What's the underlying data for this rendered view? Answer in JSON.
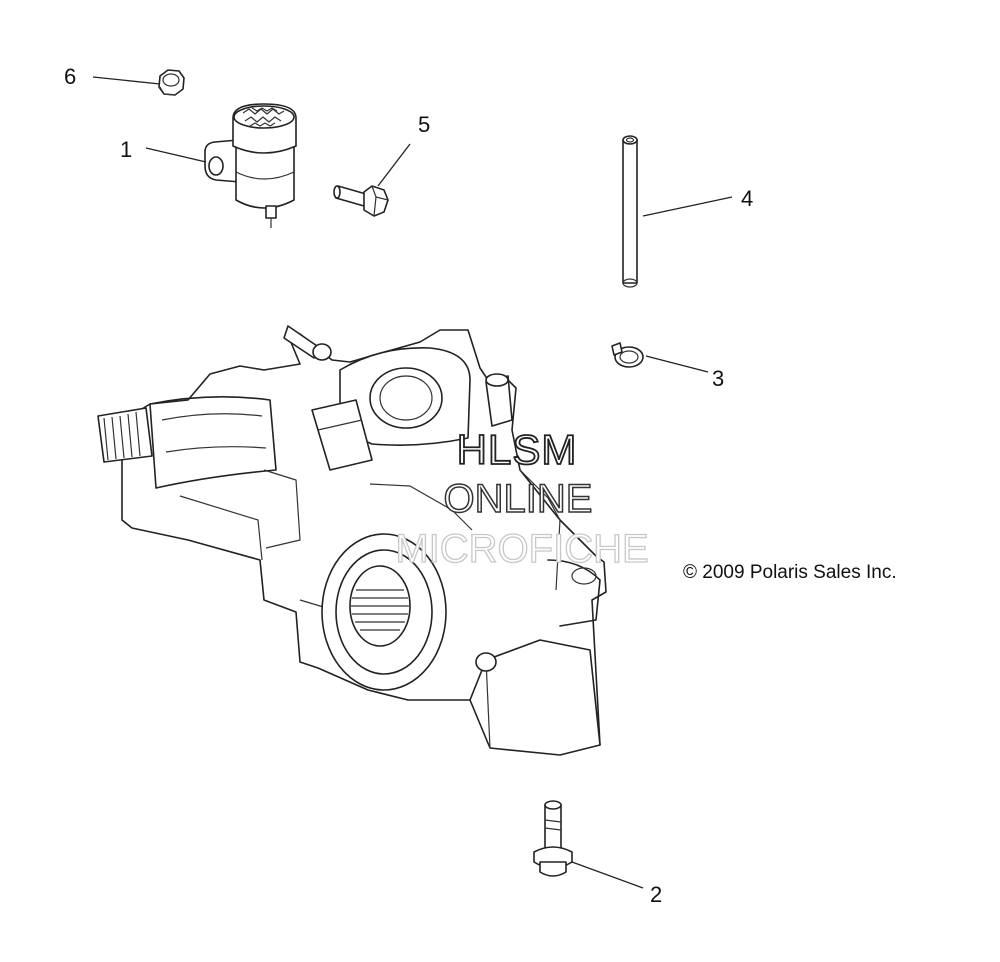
{
  "callouts": {
    "c1": "1",
    "c2": "2",
    "c3": "3",
    "c4": "4",
    "c5": "5",
    "c6": "6"
  },
  "copyright": "© 2009 Polaris Sales Inc.",
  "watermark": {
    "line1": "HLSM",
    "line2": "ONLINE",
    "line3": "MICROFICHE"
  },
  "parts": {
    "p1": "reservoir-icon",
    "p2": "bolt-icon",
    "p3": "hose-clamp-icon",
    "p4": "hose-icon",
    "p5": "bolt-icon",
    "p6": "nut-icon",
    "assembly": "transmission-icon"
  },
  "colors": {
    "line": "#222222",
    "background": "#ffffff"
  }
}
